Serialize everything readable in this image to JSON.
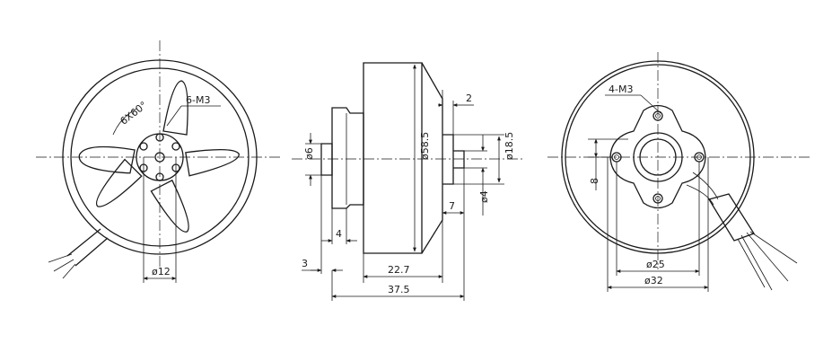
{
  "front_view": {
    "spoke_pattern_label": "6X60°",
    "screw_holes_label": "6-M3",
    "center_dia_label": "ø12"
  },
  "side_view": {
    "shaft_dia_label": "ø6",
    "body_dia_label": "ø58.5",
    "flange_step_label": "2",
    "rear_boss_dia_label": "ø18.5",
    "rear_shaft_len_label": "7",
    "rear_shaft_dia_label": "ø4",
    "front_shaft_len_label": "4",
    "front_flange_label": "3",
    "body_len_label": "22.7",
    "overall_len_label": "37.5"
  },
  "rear_view": {
    "mount_holes_label": "4-M3",
    "hole_offset_label": "8",
    "inner_bc_label": "ø25",
    "outer_bc_label": "ø32"
  },
  "colors": {
    "line": "#1a1a1a",
    "background": "#ffffff"
  }
}
